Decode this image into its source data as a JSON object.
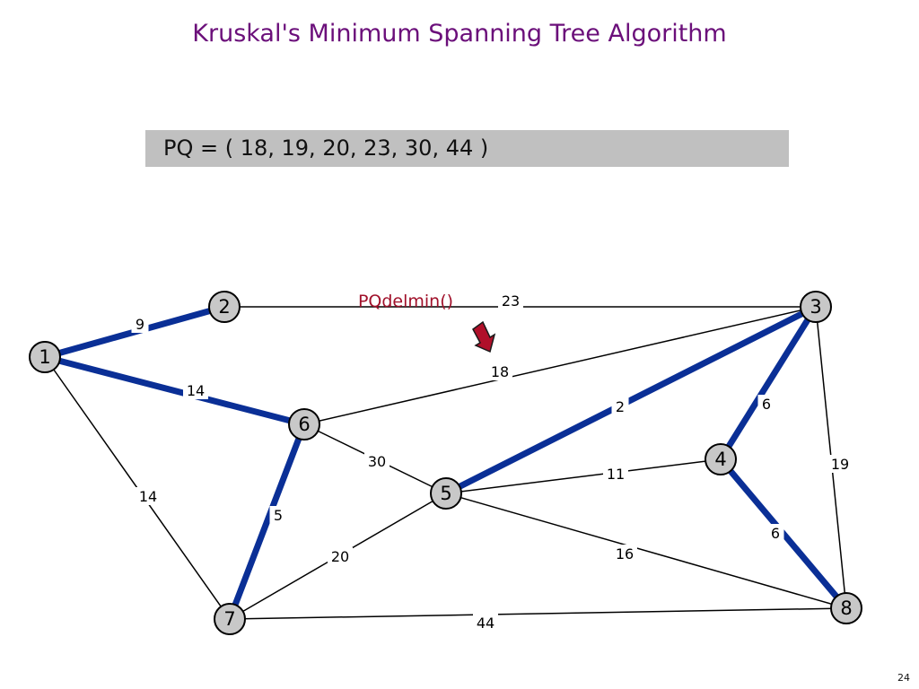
{
  "title": "Kruskal's Minimum Spanning Tree Algorithm",
  "pq_text": "PQ = ( 18, 19, 20, 23, 30, 44 )",
  "operation_label": "PQdelmin()",
  "page_number": "24",
  "colors": {
    "title": "#6b0f7a",
    "tree_edge": "#0a2f96",
    "edge": "#000000",
    "node_fill": "#c8c8c8",
    "pq_box": "#c0c0c0",
    "operation": "#a0102a",
    "arrow": "#b0102a"
  },
  "nodes": [
    {
      "id": "1",
      "label": "1"
    },
    {
      "id": "2",
      "label": "2"
    },
    {
      "id": "3",
      "label": "3"
    },
    {
      "id": "4",
      "label": "4"
    },
    {
      "id": "5",
      "label": "5"
    },
    {
      "id": "6",
      "label": "6"
    },
    {
      "id": "7",
      "label": "7"
    },
    {
      "id": "8",
      "label": "8"
    }
  ],
  "edges": [
    {
      "from": "1",
      "to": "2",
      "weight": "9",
      "in_tree": true
    },
    {
      "from": "1",
      "to": "6",
      "weight": "14",
      "in_tree": true
    },
    {
      "from": "1",
      "to": "7",
      "weight": "14",
      "in_tree": false
    },
    {
      "from": "2",
      "to": "3",
      "weight": "23",
      "in_tree": false
    },
    {
      "from": "6",
      "to": "3",
      "weight": "18",
      "in_tree": false
    },
    {
      "from": "6",
      "to": "5",
      "weight": "30",
      "in_tree": false
    },
    {
      "from": "6",
      "to": "7",
      "weight": "5",
      "in_tree": true
    },
    {
      "from": "5",
      "to": "3",
      "weight": "2",
      "in_tree": true
    },
    {
      "from": "3",
      "to": "4",
      "weight": "6",
      "in_tree": true
    },
    {
      "from": "3",
      "to": "8",
      "weight": "19",
      "in_tree": false
    },
    {
      "from": "5",
      "to": "4",
      "weight": "11",
      "in_tree": false
    },
    {
      "from": "4",
      "to": "8",
      "weight": "6",
      "in_tree": true
    },
    {
      "from": "5",
      "to": "7",
      "weight": "20",
      "in_tree": false
    },
    {
      "from": "5",
      "to": "8",
      "weight": "16",
      "in_tree": false
    },
    {
      "from": "7",
      "to": "8",
      "weight": "44",
      "in_tree": false
    }
  ]
}
